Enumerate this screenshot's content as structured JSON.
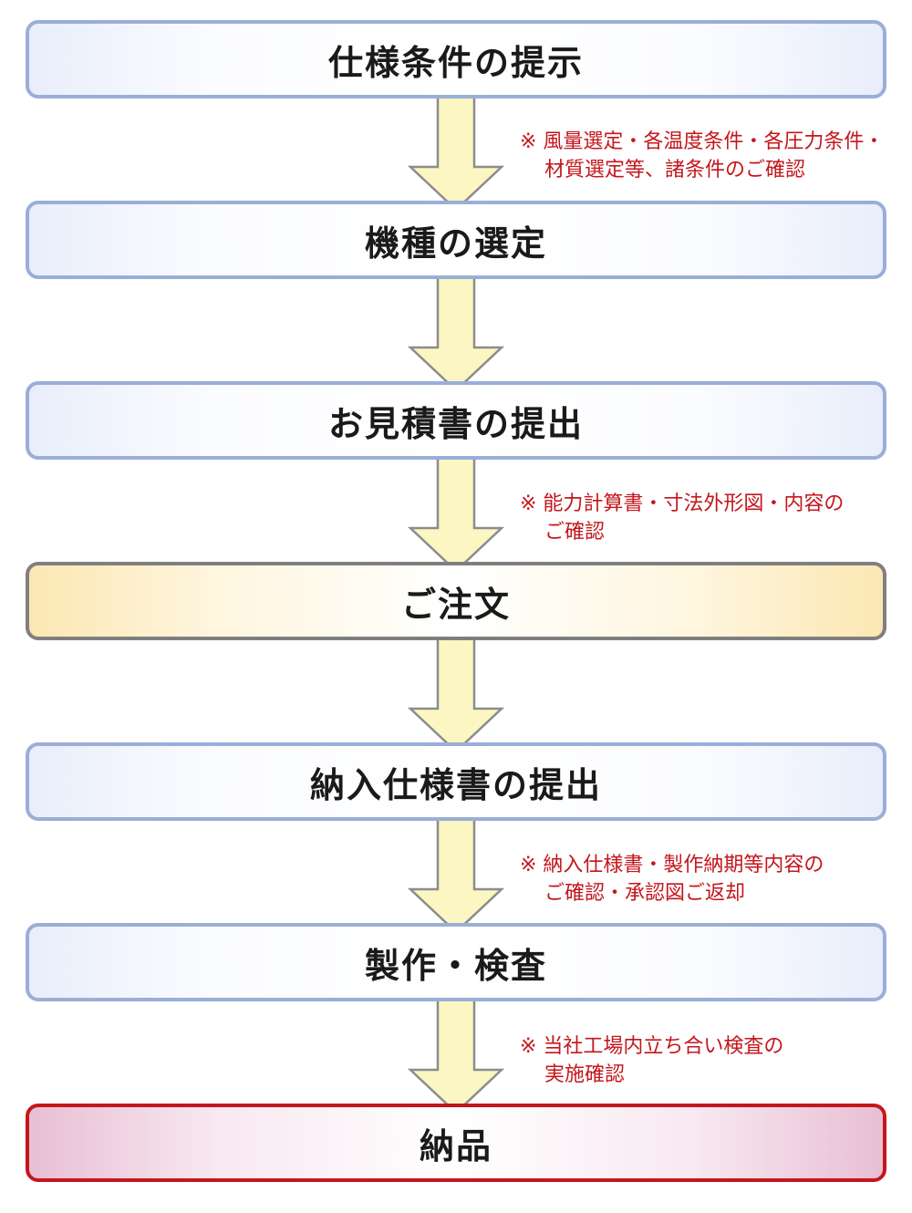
{
  "steps": [
    {
      "label": "仕様条件の提示"
    },
    {
      "label": "機種の選定"
    },
    {
      "label": "お見積書の提出"
    },
    {
      "label": "ご注文"
    },
    {
      "label": "納入仕様書の提出"
    },
    {
      "label": "製作・検査"
    },
    {
      "label": "納品"
    }
  ],
  "notes": [
    {
      "line1": "※ 風量選定・各温度条件・各圧力条件・",
      "line2": "材質選定等、諸条件のご確認"
    },
    {
      "line1": "※ 能力計算書・寸法外形図・内容の",
      "line2": "ご確認"
    },
    {
      "line1": "※ 納入仕様書・製作納期等内容の",
      "line2": "ご確認・承認図ご返却"
    },
    {
      "line1": "※ 当社工場内立ち合い検査の",
      "line2": "実施確認"
    }
  ],
  "colors": {
    "default_border": "#9aaed6",
    "order_border": "#7f7f7f",
    "delivery_border": "#c4161c",
    "arrow_fill": "#fbf6c2",
    "arrow_stroke": "#8c8c8c",
    "note_text": "#c4161c"
  }
}
